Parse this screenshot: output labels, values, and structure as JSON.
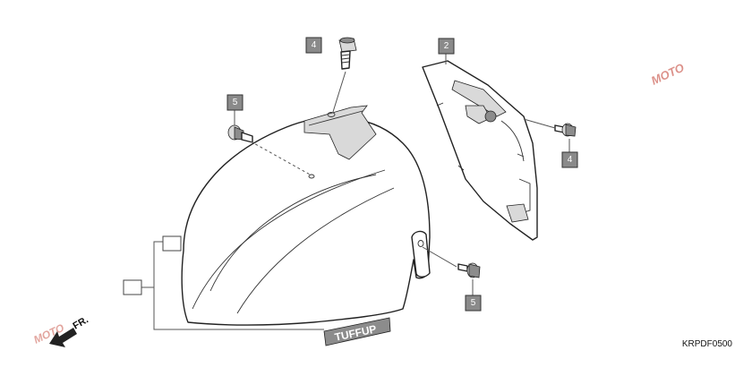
{
  "diagram": {
    "reference_code": "KRPDF0500",
    "direction_label": "FR.",
    "emblem_text": "TUFFUP",
    "watermark_text": "MOTO",
    "callouts": {
      "bolt_top": "4",
      "rear_panel": "2",
      "bolt_right": "4",
      "bolt_left": "5",
      "bolt_bottom": "5"
    },
    "colors": {
      "callout_fill": "#8a8a8a",
      "watermark": "#c0392b"
    }
  }
}
